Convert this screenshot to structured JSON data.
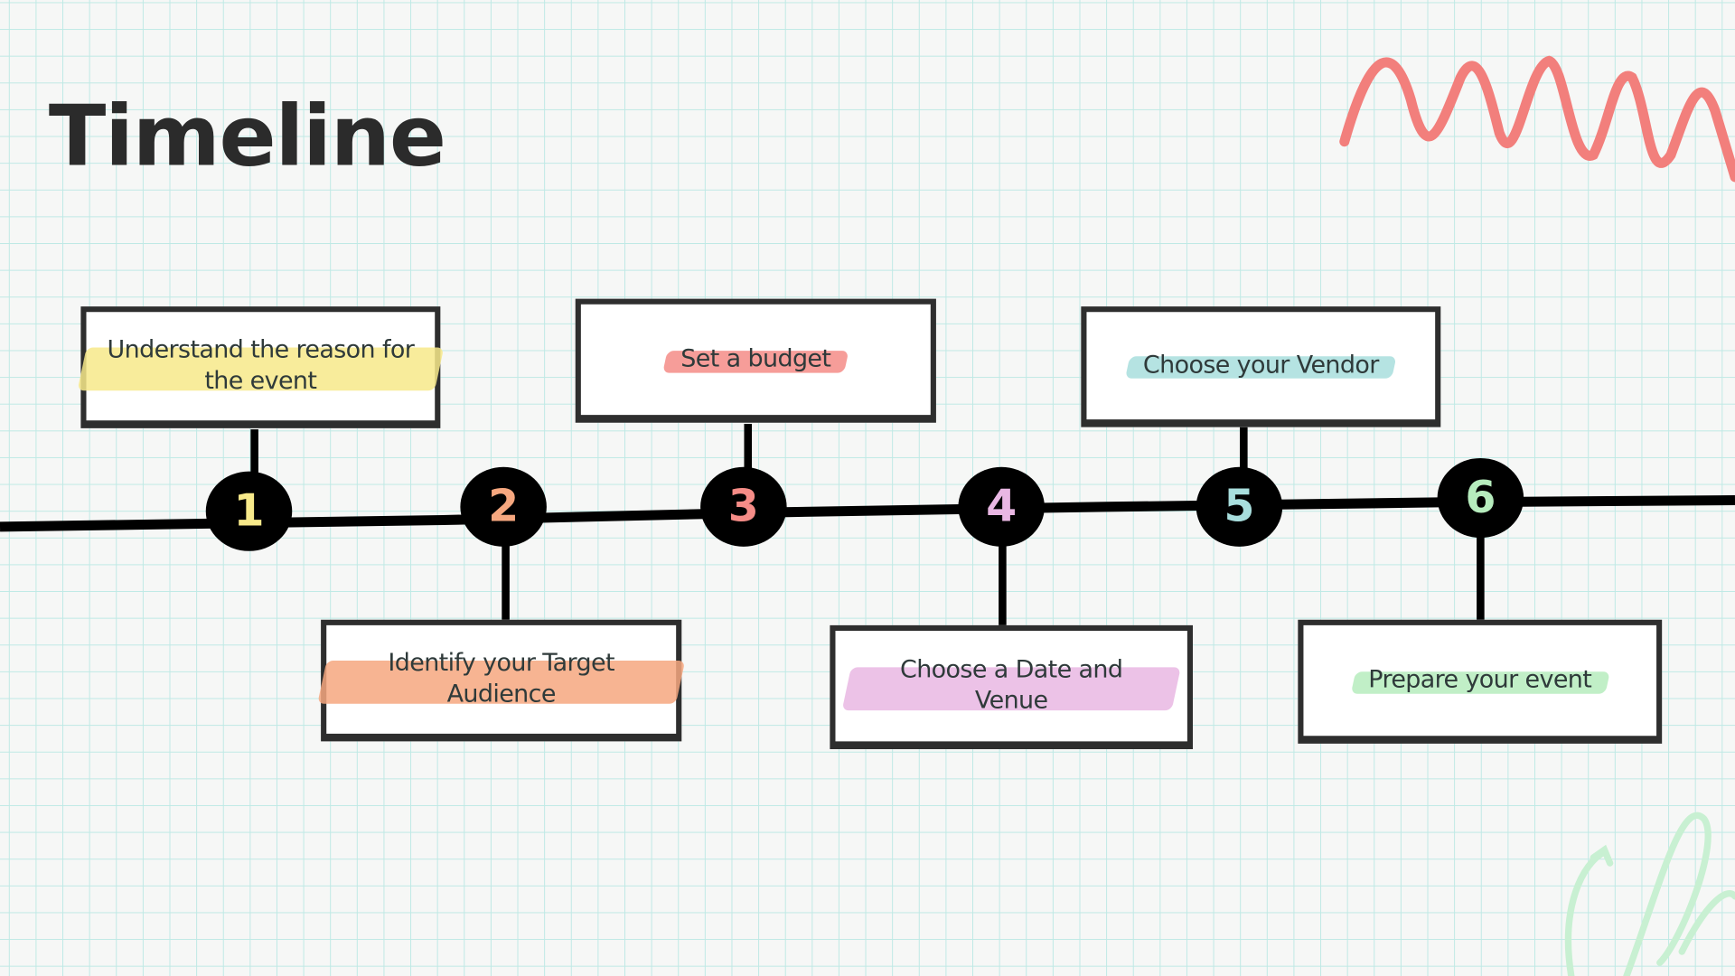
{
  "title": "Timeline",
  "colors": {
    "squiggle": "#f27f7c",
    "line": "#000000",
    "grid": "#bfe9e5"
  },
  "steps": [
    {
      "number": "1",
      "label": "Understand the reason for the event",
      "color": "#f7e98a"
    },
    {
      "number": "2",
      "label": "Identify your Target Audience",
      "color": "#f6a77f"
    },
    {
      "number": "3",
      "label": "Set a budget",
      "color": "#f58c87"
    },
    {
      "number": "4",
      "label": "Choose a Date and Venue",
      "color": "#e9b7e3"
    },
    {
      "number": "5",
      "label": "Choose your Vendor",
      "color": "#a8dedd"
    },
    {
      "number": "6",
      "label": "Prepare your event",
      "color": "#b6ecbd"
    }
  ]
}
